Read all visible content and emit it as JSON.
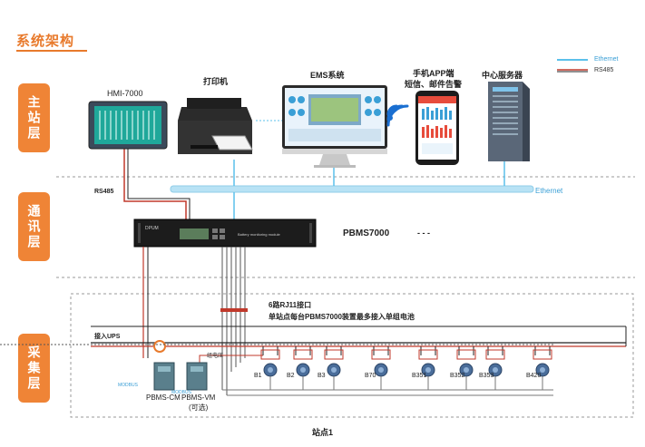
{
  "title": "系统架构",
  "legend": {
    "ethernet": "Ethernet",
    "rs485": "RS485",
    "ethernet_color": "#5bc0eb",
    "rs485_color": "#c0392b"
  },
  "layers": {
    "main": "主站层",
    "comm": "通讯层",
    "collect": "采集层"
  },
  "devices": {
    "hmi": "HMI-7000",
    "printer": "打印机",
    "ems": "EMS系统",
    "app_line1": "手机APP端",
    "app_line2": "短信、邮件告警",
    "server": "中心服务器",
    "pbms": "PBMS7000",
    "pbms_dashes": "- - -",
    "pbms_panel_text": "Battery monitoring module",
    "pbms_brand": "DPUM",
    "pbms_cm": "PBMS-CM",
    "pbms_vm": "PBMS-VM",
    "pbms_vm_note": "(可选)"
  },
  "labels": {
    "rs485_link": "RS485",
    "ethernet_bus": "Ethernet",
    "rj11_line1": "6路RJ11接口",
    "rj11_line2": "单站点每台PBMS7000装置最多接入单组电池",
    "ups": "接入UPS",
    "group_voltage": "组电压",
    "modbus1": "MODBUS",
    "modbus2": "MODBUS",
    "station": "站点1"
  },
  "batteries": [
    "B1",
    "B2",
    "B3",
    "B70",
    "B351",
    "B352",
    "B353",
    "B420"
  ]
}
